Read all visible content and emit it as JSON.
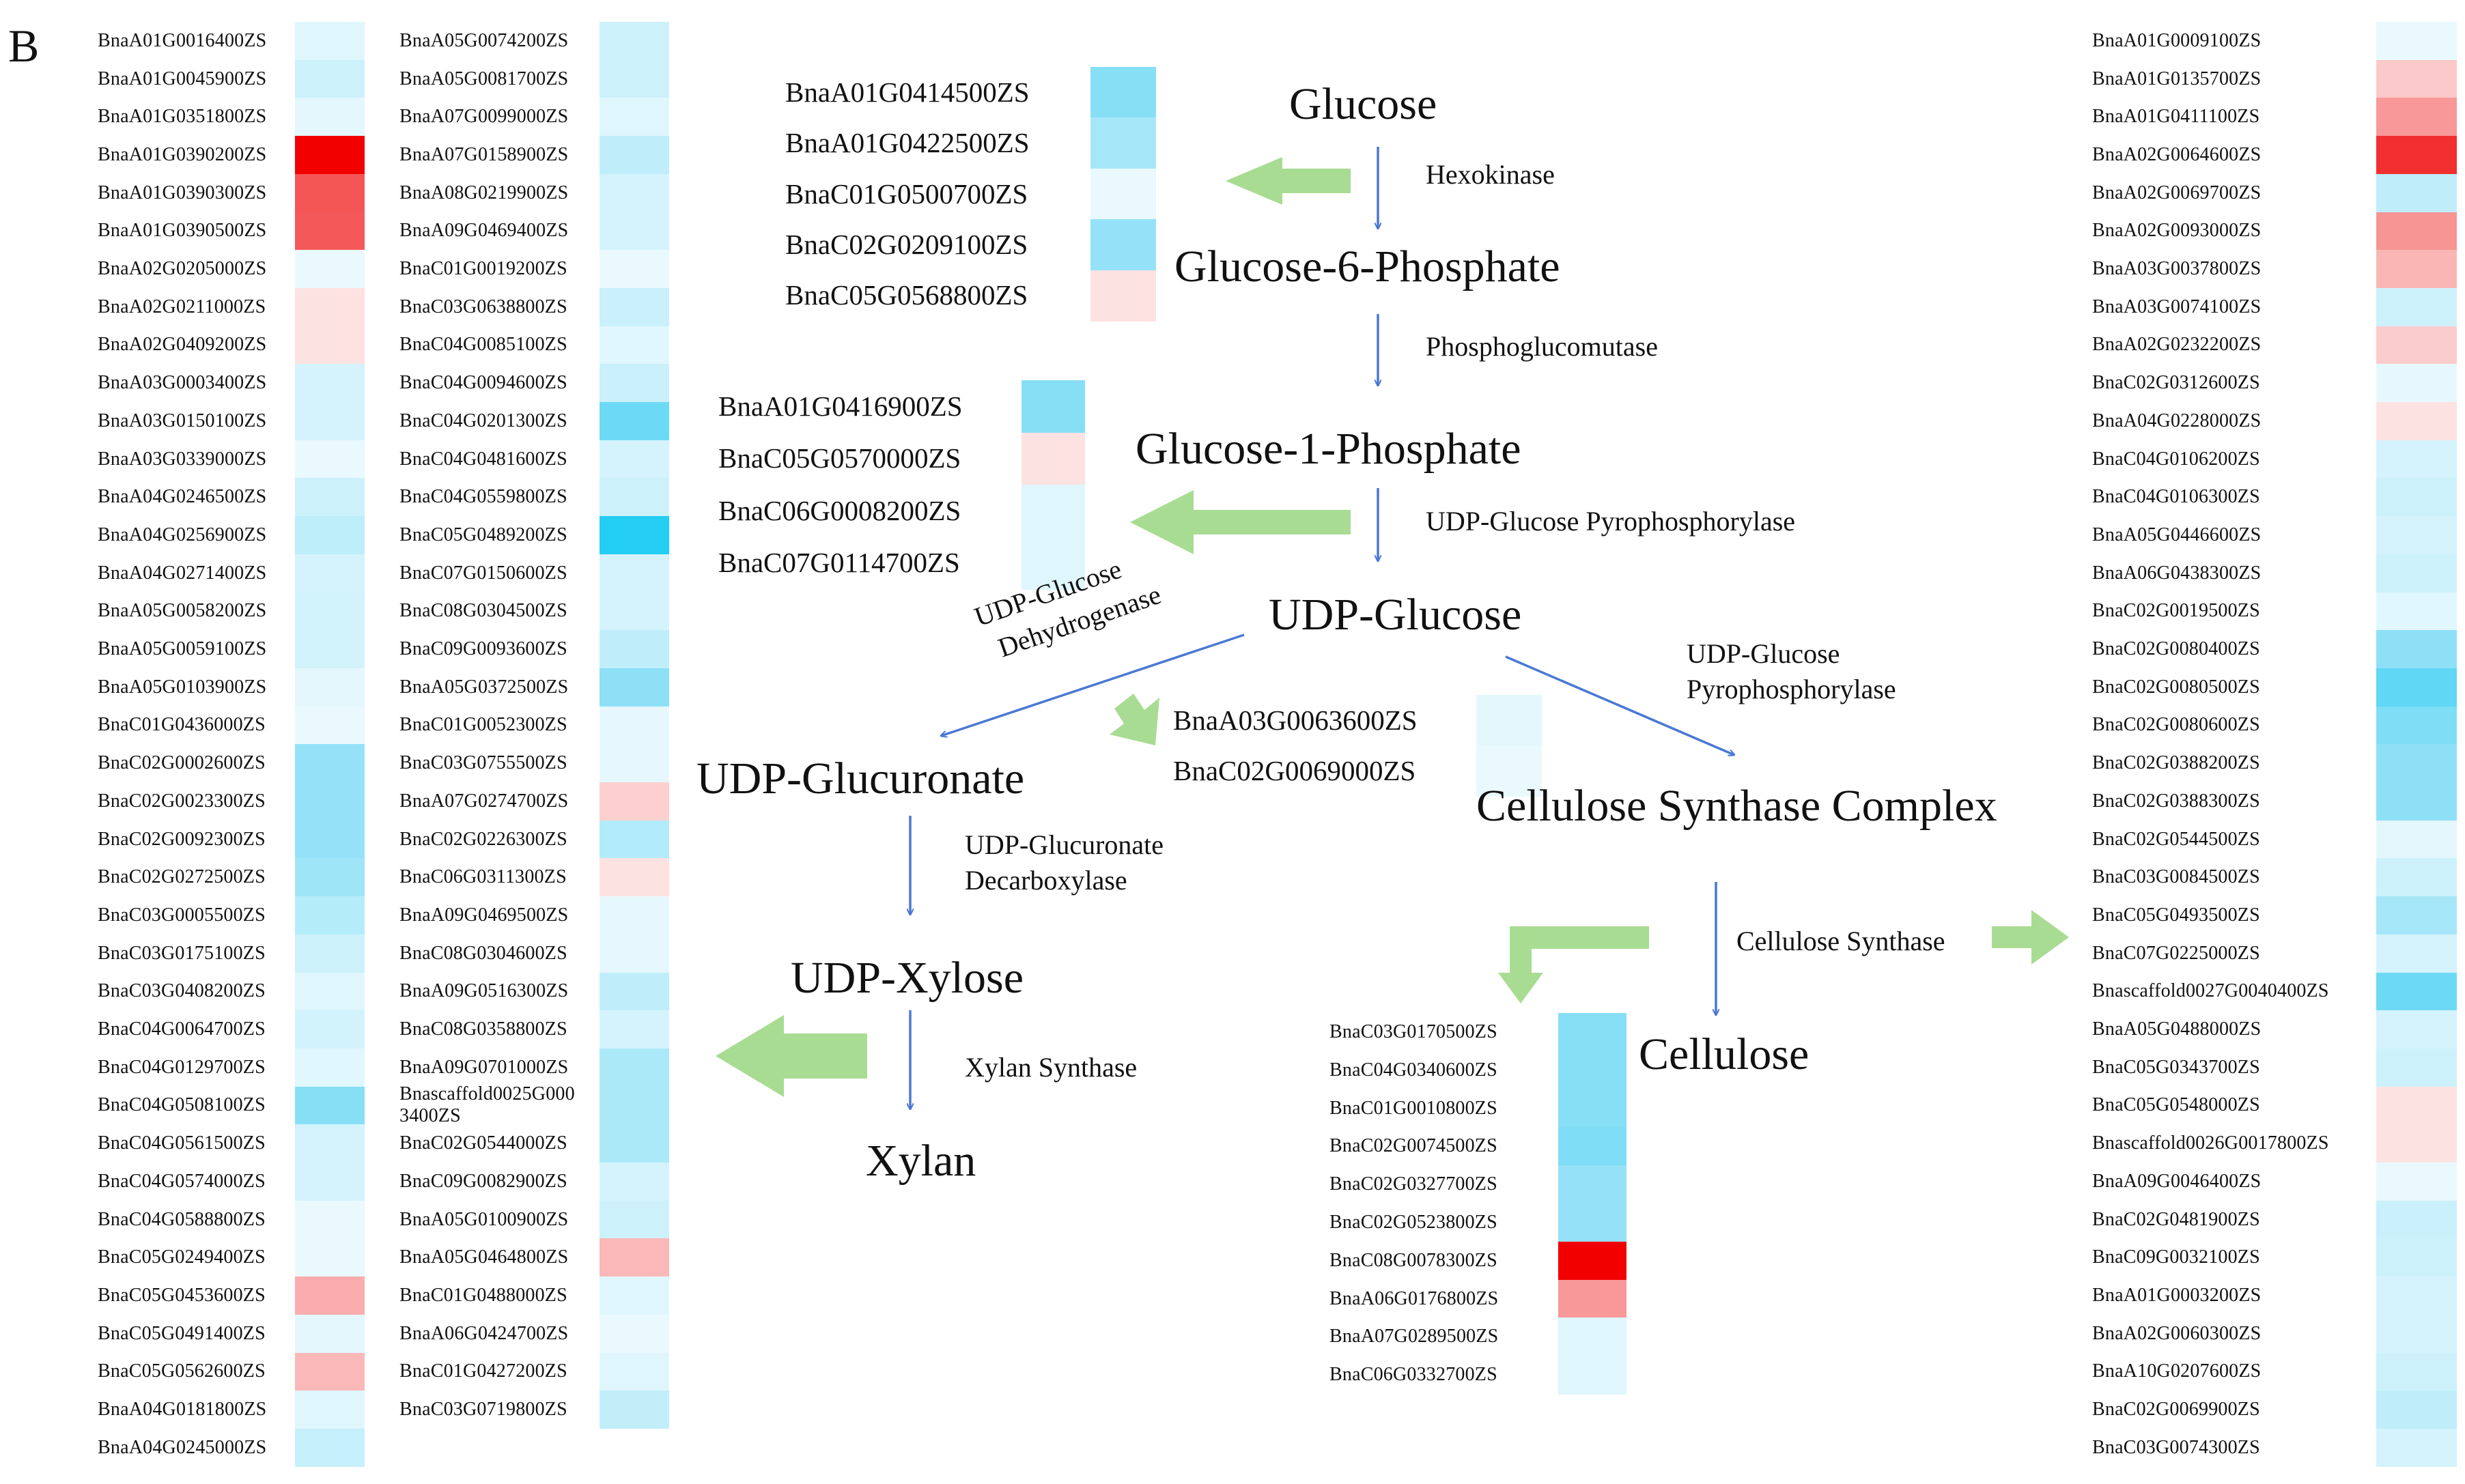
{
  "panel_label": "B",
  "colors": {
    "blue_strong": "#24cdf3",
    "blue_mid": "#6ddaf5",
    "blue_light": "#bfeffa",
    "blue_pale": "#e6f8fd",
    "red_strong": "#f20000",
    "red_mid": "#f46262",
    "red_light": "#fbb3b3",
    "red_pale": "#fde0e0",
    "arrow_green": "#a9dc93",
    "arrow_blue": "#4a78d4"
  },
  "nodes": {
    "glucose": "Glucose",
    "g6p": "Glucose-6-Phosphate",
    "g1p": "Glucose-1-Phosphate",
    "udp_glucose": "UDP-Glucose",
    "udp_glucuronate": "UDP-Glucuronate",
    "udp_xylose": "UDP-Xylose",
    "xylan": "Xylan",
    "csc": "Cellulose Synthase Complex",
    "cellulose": "Cellulose"
  },
  "enzymes": {
    "hexokinase": "Hexokinase",
    "pgm": "Phosphoglucomutase",
    "ugp_right": "UDP-Glucose Pyrophosphorylase",
    "ugdh_line1": "UDP-Glucose",
    "ugdh_line2": "Dehydrogenase",
    "ugp_csc_line1": "UDP-Glucose",
    "ugp_csc_line2": "Pyrophosphorylase",
    "uxs_line1": "UDP-Glucuronate",
    "uxs_line2": "Decarboxylase",
    "xylan_synthase": "Xylan Synthase",
    "cellulose_synthase": "Cellulose Synthase"
  },
  "groups": {
    "col1": {
      "genes": [
        "BnaA01G0016400ZS",
        "BnaA01G0045900ZS",
        "BnaA01G0351800ZS",
        "BnaA01G0390200ZS",
        "BnaA01G0390300ZS",
        "BnaA01G0390500ZS",
        "BnaA02G0205000ZS",
        "BnaA02G0211000ZS",
        "BnaA02G0409200ZS",
        "BnaA03G0003400ZS",
        "BnaA03G0150100ZS",
        "BnaA03G0339000ZS",
        "BnaA04G0246500ZS",
        "BnaA04G0256900ZS",
        "BnaA04G0271400ZS",
        "BnaA05G0058200ZS",
        "BnaA05G0059100ZS",
        "BnaA05G0103900ZS",
        "BnaC01G0436000ZS",
        "BnaC02G0002600ZS",
        "BnaC02G0023300ZS",
        "BnaC02G0092300ZS",
        "BnaC02G0272500ZS",
        "BnaC03G0005500ZS",
        "BnaC03G0175100ZS",
        "BnaC03G0408200ZS",
        "BnaC04G0064700ZS",
        "BnaC04G0129700ZS",
        "BnaC04G0508100ZS",
        "BnaC04G0561500ZS",
        "BnaC04G0574000ZS",
        "BnaC04G0588800ZS",
        "BnaC05G0249400ZS",
        "BnaC05G0453600ZS",
        "BnaC05G0491400ZS",
        "BnaC05G0562600ZS",
        "BnaA04G0181800ZS",
        "BnaA04G0245000ZS"
      ],
      "colors": [
        "#dff6fd",
        "#cdf1fb",
        "#e3f7fd",
        "#f20000",
        "#f45555",
        "#f45858",
        "#e9f9fe",
        "#fde2e2",
        "#fde2e2",
        "#d4f3fc",
        "#d4f3fc",
        "#e9f9fe",
        "#cdf1fb",
        "#bdeefa",
        "#d4f3fc",
        "#d2f2fc",
        "#d2f2fc",
        "#e4f7fd",
        "#e9f9fe",
        "#95e2f8",
        "#95e2f8",
        "#95e2f8",
        "#9fe5f8",
        "#b5ecf9",
        "#cdf1fb",
        "#dff6fd",
        "#d2f2fc",
        "#e0f7fd",
        "#87dff6",
        "#d4f3fc",
        "#d4f3fc",
        "#e9f9fe",
        "#e9f9fe",
        "#fbadad",
        "#e4f7fd",
        "#fbb8b8",
        "#dff6fd",
        "#c6f0fb"
      ]
    },
    "col2": {
      "genes": [
        "BnaA05G0074200ZS",
        "BnaA05G0081700ZS",
        "BnaA07G0099000ZS",
        "BnaA07G0158900ZS",
        "BnaA08G0219900ZS",
        "BnaA09G0469400ZS",
        "BnaC01G0019200ZS",
        "BnaC03G0638800ZS",
        "BnaC04G0085100ZS",
        "BnaC04G0094600ZS",
        "BnaC04G0201300ZS",
        "BnaC04G0481600ZS",
        "BnaC04G0559800ZS",
        "BnaC05G0489200ZS",
        "BnaC07G0150600ZS",
        "BnaC08G0304500ZS",
        "BnaC09G0093600ZS",
        "BnaA05G0372500ZS",
        "BnaC01G0052300ZS",
        "BnaC03G0755500ZS",
        "BnaA07G0274700ZS",
        "BnaC02G0226300ZS",
        "BnaC06G0311300ZS",
        "BnaA09G0469500ZS",
        "BnaC08G0304600ZS",
        "BnaA09G0516300ZS",
        "BnaC08G0358800ZS",
        "BnaA09G0701000ZS",
        "Bnascaffold0025G000 3400ZS",
        "BnaC02G0544000ZS",
        "BnaC09G0082900ZS",
        "BnaA05G0100900ZS",
        "BnaA05G0464800ZS",
        "BnaC01G0488000ZS",
        "BnaA06G0424700ZS",
        "BnaC01G0427200ZS",
        "BnaC03G0719800ZS"
      ],
      "colors": [
        "#cdf1fb",
        "#cdf1fb",
        "#dff6fd",
        "#bfeefa",
        "#d4f3fc",
        "#d4f3fc",
        "#e9f9fe",
        "#c9f0fb",
        "#e0f7fd",
        "#c9f0fb",
        "#6ddaf5",
        "#d4f3fc",
        "#cdf1fb",
        "#24cdf3",
        "#d4f3fc",
        "#d4f3fc",
        "#bfeefa",
        "#8ee0f7",
        "#e6f8fd",
        "#e6f8fd",
        "#fdd0d0",
        "#b2ebf9",
        "#fde2e2",
        "#e6f8fd",
        "#e6f8fd",
        "#bfeefa",
        "#d4f3fc",
        "#abe9f9",
        "#abe9f9",
        "#abe9f9",
        "#d4f3fc",
        "#cdf1fb",
        "#fbb8b8",
        "#dff6fd",
        "#e9f9fe",
        "#dff6fd",
        "#c2eefa"
      ]
    },
    "col_right": {
      "genes": [
        "BnaA01G0009100ZS",
        "BnaA01G0135700ZS",
        "BnaA01G0411100ZS",
        "BnaA02G0064600ZS",
        "BnaA02G0069700ZS",
        "BnaA02G0093000ZS",
        "BnaA03G0037800ZS",
        "BnaA03G0074100ZS",
        "BnaA02G0232200ZS",
        "BnaC02G0312600ZS",
        "BnaA04G0228000ZS",
        "BnaC04G0106200ZS",
        "BnaC04G0106300ZS",
        "BnaA05G0446600ZS",
        "BnaA06G0438300ZS",
        "BnaC02G0019500ZS",
        "BnaC02G0080400ZS",
        "BnaC02G0080500ZS",
        "BnaC02G0080600ZS",
        "BnaC02G0388200ZS",
        "BnaC02G0388300ZS",
        "BnaC02G0544500ZS",
        "BnaC03G0084500ZS",
        "BnaC05G0493500ZS",
        "BnaC07G0225000ZS",
        "Bnascaffold0027G0040400ZS",
        "BnaA05G0488000ZS",
        "BnaC05G0343700ZS",
        "BnaC05G0548000ZS",
        "Bnascaffold0026G0017800ZS",
        "BnaA09G0046400ZS",
        "BnaC02G0481900ZS",
        "BnaC09G0032100ZS",
        "BnaA01G0003200ZS",
        "BnaA02G0060300ZS",
        "BnaA10G0207600ZS",
        "BnaC02G0069900ZS",
        "BnaC03G0074300ZS"
      ],
      "colors": [
        "#e9f9fe",
        "#fbc9c9",
        "#f89898",
        "#f22f2f",
        "#bfeefa",
        "#f79494",
        "#fab5b5",
        "#cdf1fb",
        "#fbcccc",
        "#e6f8fd",
        "#fde2e2",
        "#d4f3fc",
        "#cdf1fb",
        "#d4f3fc",
        "#cdf1fb",
        "#e0f7fd",
        "#8ee0f7",
        "#5fd7f5",
        "#7fddf6",
        "#8ee0f7",
        "#8ee0f7",
        "#e3f7fd",
        "#cdf1fb",
        "#a5e7f8",
        "#d4f3fc",
        "#6ddaf5",
        "#d4f3fc",
        "#cdf1fb",
        "#fde2e2",
        "#fde2e2",
        "#e9f9fe",
        "#c9f0fb",
        "#cdf1fb",
        "#d4f3fc",
        "#d4f3fc",
        "#cdf1fb",
        "#bfeefa",
        "#d4f3fc"
      ]
    },
    "hexokinase_genes": {
      "genes": [
        "BnaA01G0414500ZS",
        "BnaA01G0422500ZS",
        "BnaC01G0500700ZS",
        "BnaC02G0209100ZS",
        "BnaC05G0568800ZS"
      ],
      "colors": [
        "#87dff6",
        "#a5e7f8",
        "#e9f9fe",
        "#95e2f8",
        "#fde2e2"
      ]
    },
    "pgm_genes": {
      "genes": [
        "BnaA01G0416900ZS",
        "BnaC05G0570000ZS",
        "BnaC06G0008200ZS",
        "BnaC07G0114700ZS"
      ],
      "colors": [
        "#87dff6",
        "#fde2e2",
        "#dff6fd",
        "#dff6fd"
      ]
    },
    "ugdh_genes": {
      "genes": [
        "BnaA03G0063600ZS",
        "BnaC02G0069000ZS"
      ],
      "colors": [
        "#e4f7fd",
        "#e9f9fe"
      ]
    },
    "cellulose_genes": {
      "genes": [
        "BnaC03G0170500ZS",
        "BnaC04G0340600ZS",
        "BnaC01G0010800ZS",
        "BnaC02G0074500ZS",
        "BnaC02G0327700ZS",
        "BnaC02G0523800ZS",
        "BnaC08G0078300ZS",
        "BnaA06G0176800ZS",
        "BnaA07G0289500ZS",
        "BnaC06G0332700ZS"
      ],
      "colors": [
        "#87dff6",
        "#87dff6",
        "#87dff6",
        "#7fddf6",
        "#95e2f8",
        "#95e2f8",
        "#f20000",
        "#f89898",
        "#dff6fd",
        "#dff6fd"
      ]
    }
  }
}
